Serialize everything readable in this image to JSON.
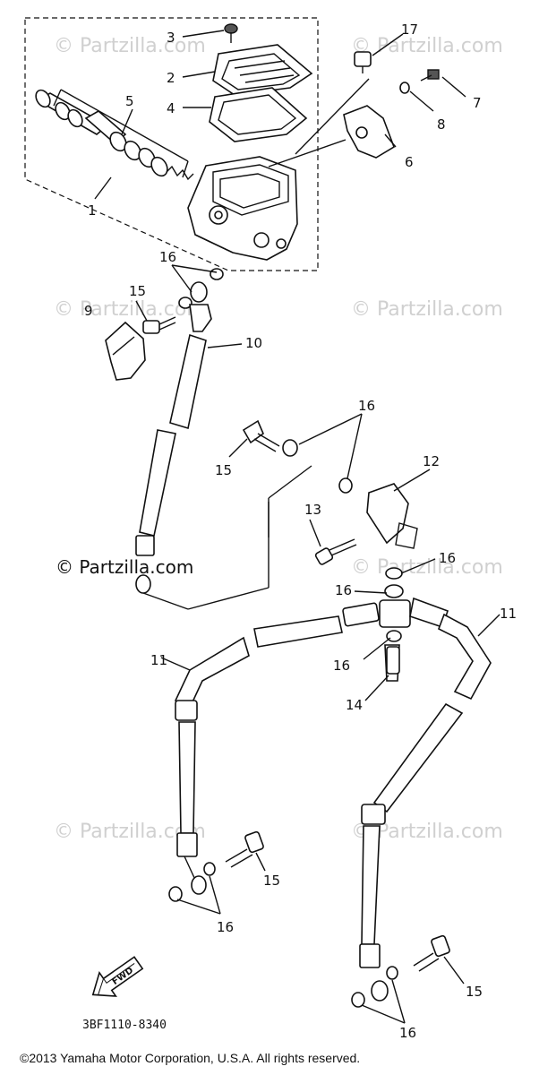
{
  "watermarks": [
    "© Partzilla.com",
    "© Partzilla.com",
    "© Partzilla.com",
    "© Partzilla.com",
    "© Partzilla.com",
    "© Partzilla.com",
    "© Partzilla.com"
  ],
  "watermark_main": "© Partzilla.com",
  "callouts": {
    "n1": "1",
    "n2": "2",
    "n3": "3",
    "n4": "4",
    "n5": "5",
    "n6": "6",
    "n7": "7",
    "n8": "8",
    "n9": "9",
    "n10": "10",
    "n11a": "11",
    "n11b": "11",
    "n12": "12",
    "n13": "13",
    "n14": "14",
    "n15a": "15",
    "n15b": "15",
    "n15c": "15",
    "n15d": "15",
    "n16a": "16",
    "n16b": "16",
    "n16c": "16",
    "n16d": "16",
    "n16e": "16",
    "n16f": "16",
    "n16g": "16",
    "n17": "17"
  },
  "fwd_label": "FWD",
  "part_code": "3BF1110-8340",
  "copyright": "©2013  Yamaha Motor Corporation, U.S.A. All rights reserved."
}
